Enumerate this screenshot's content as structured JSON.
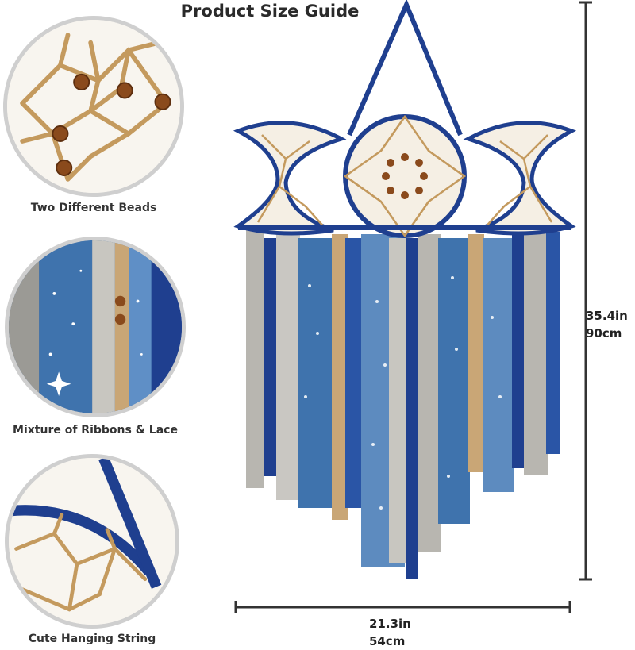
{
  "title": "Product Size Guide",
  "details": [
    {
      "caption": "Two Different Beads",
      "icon": "beads-closeup"
    },
    {
      "caption": "Mixture of Ribbons & Lace",
      "icon": "ribbons-closeup"
    },
    {
      "caption": "Cute Hanging String",
      "icon": "hanging-string-closeup"
    }
  ],
  "height": {
    "imperial": "35.4in",
    "metric": "90cm"
  },
  "width": {
    "imperial": "21.3in",
    "metric": "54cm"
  },
  "colors": {
    "navy": "#1f3f8f",
    "ribbon_blue": "#3f73ad",
    "tan": "#c9a676",
    "silver": "#b8b6b0",
    "bead": "#8a4a1c"
  }
}
